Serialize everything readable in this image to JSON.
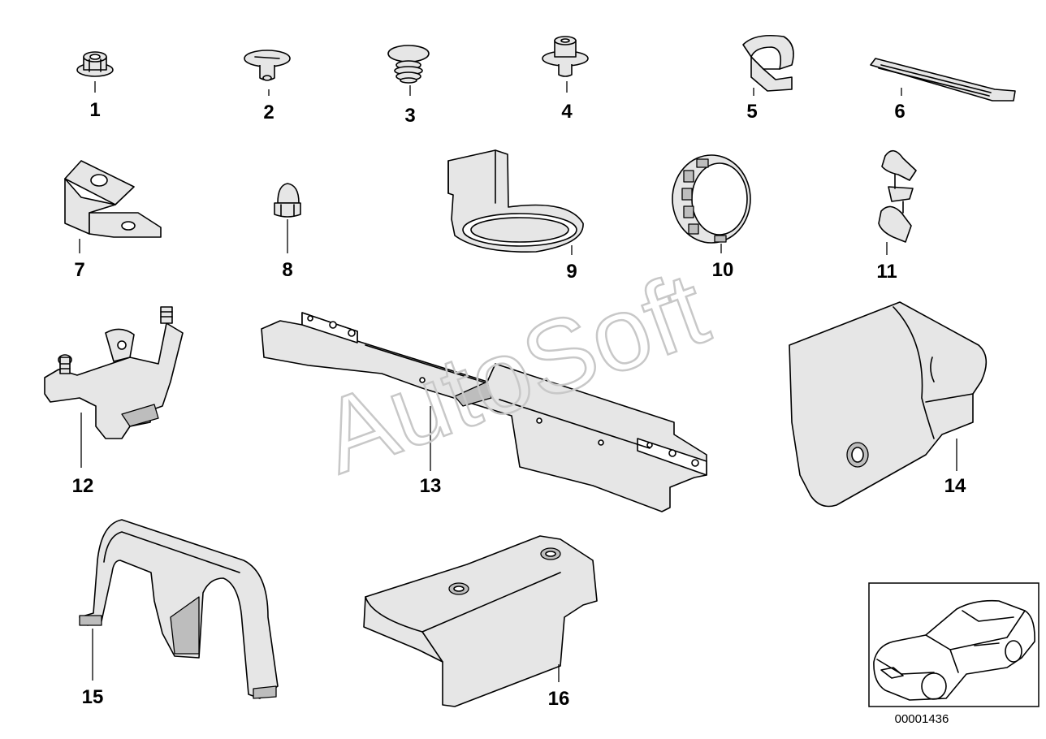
{
  "watermark": "AutoSoft",
  "drawing_number": "00001436",
  "parts": [
    {
      "number": "1",
      "icon": "flange-nut-icon"
    },
    {
      "number": "2",
      "icon": "plastic-rivet-icon"
    },
    {
      "number": "3",
      "icon": "expanding-rivet-icon"
    },
    {
      "number": "4",
      "icon": "hex-collar-nut-icon"
    },
    {
      "number": "5",
      "icon": "cable-clip-icon"
    },
    {
      "number": "6",
      "icon": "cable-tie-icon"
    },
    {
      "number": "7",
      "icon": "angle-bracket-icon"
    },
    {
      "number": "8",
      "icon": "cap-nut-icon"
    },
    {
      "number": "9",
      "icon": "cable-holder-icon"
    },
    {
      "number": "10",
      "icon": "grommet-ring-icon"
    },
    {
      "number": "11",
      "icon": "double-hose-clip-icon"
    },
    {
      "number": "12",
      "icon": "mounting-bracket-icon"
    },
    {
      "number": "13",
      "icon": "cable-duct-icon"
    },
    {
      "number": "14",
      "icon": "cover-icon"
    },
    {
      "number": "15",
      "icon": "cable-bridge-icon"
    },
    {
      "number": "16",
      "icon": "cable-cover-icon"
    }
  ],
  "thumbnail": {
    "icon": "car-thumbnail-icon"
  }
}
